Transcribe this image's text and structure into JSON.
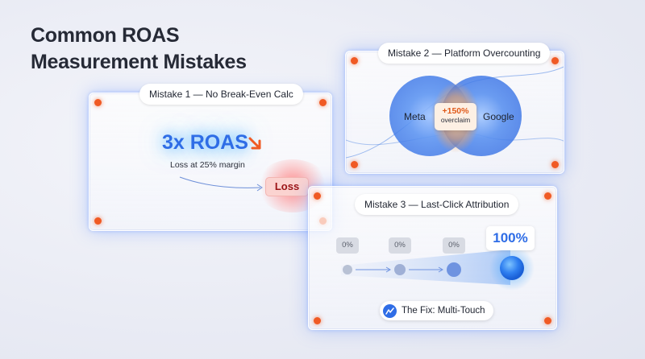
{
  "title": {
    "line1": "Common ROAS",
    "line2": "Measurement Mistakes"
  },
  "card1": {
    "label": "Mistake 1 — No Break-Even Calc",
    "roas": "3x ROAS",
    "sub": "Loss at 25% margin",
    "loss": "Loss"
  },
  "card2": {
    "label": "Mistake 2 — Platform Overcounting",
    "left": "Meta",
    "right": "Google",
    "pct": "+150%",
    "overclaim": "overclaim"
  },
  "card3": {
    "label": "Mistake 3 — Last-Click Attribution",
    "touch1": "0%",
    "touch2": "0%",
    "touch3": "0%",
    "final": "100%",
    "fix": "The Fix: Multi-Touch"
  },
  "colors": {
    "accent_blue": "#2f6de6",
    "corner_dot": "#f05a24",
    "loss_red": "#9b1416",
    "overclaim_orange": "#e05a1a"
  },
  "icons": [
    "arrow-down-right-icon",
    "multi-touch-icon"
  ]
}
